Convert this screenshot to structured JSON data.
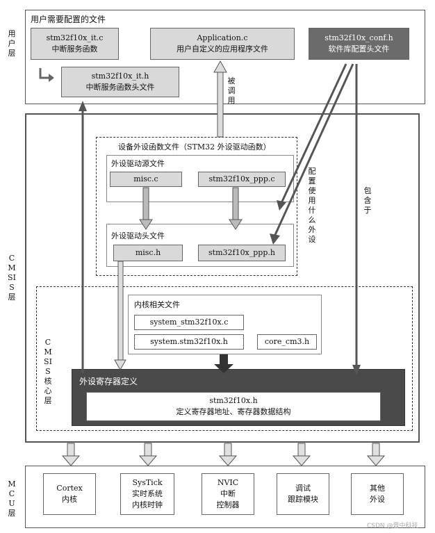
{
  "layers": {
    "user": "用户层",
    "cmsis": "CMSIS层",
    "mcu": "MCU层"
  },
  "user_section": {
    "title": "用户需要配置的文件",
    "it_c": {
      "name": "stm32f10x_it.c",
      "desc": "中断服务函数"
    },
    "application": {
      "name": "Application.c",
      "desc": "用户自定义的应用程序文件"
    },
    "conf_h": {
      "name": "stm32f10x_conf.h",
      "desc": "软件库配置头文件"
    },
    "it_h": {
      "name": "stm32f10x_it.h",
      "desc": "中断服务函数头文件"
    }
  },
  "labels": {
    "called": "被调用",
    "config_use": "配置使用什么外设",
    "include": "包含于"
  },
  "peripheral": {
    "title": "设备外设函数文件（STM32 外设驱动函数）",
    "source_title": "外设驱动源文件",
    "misc_c": "misc.c",
    "ppp_c": "stm32f10x_ppp.c",
    "header_title": "外设驱动头文件",
    "misc_h": "misc.h",
    "ppp_h": "stm32f10x_ppp.h"
  },
  "cmsis_core": {
    "label": "CMSIS核心层",
    "core_files_title": "内核相关文件",
    "system_c": "system_stm32f10x.c",
    "system_h": "system.stm32f10x.h",
    "core_cm3": "core_cm3.h",
    "reg_def_title": "外设寄存器定义",
    "stm32_h": "stm32f10x.h",
    "stm32_h_desc": "定义寄存器地址、寄存器数据结构"
  },
  "mcu": [
    {
      "line1": "Cortex",
      "line2": "内核",
      "line3": ""
    },
    {
      "line1": "SysTick",
      "line2": "实时系统",
      "line3": "内核时钟"
    },
    {
      "line1": "NVIC",
      "line2": "中断",
      "line3": "控制器"
    },
    {
      "line1": "调试",
      "line2": "跟踪模块",
      "line3": ""
    },
    {
      "line1": "其他",
      "line2": "外设",
      "line3": ""
    }
  ],
  "watermark": "CSDN @晋中科技",
  "colors": {
    "gray_box": "#d9d9d9",
    "dark_box": "#6b6b6b",
    "register_bar": "#4a4a4a",
    "arrow": "#555555"
  }
}
